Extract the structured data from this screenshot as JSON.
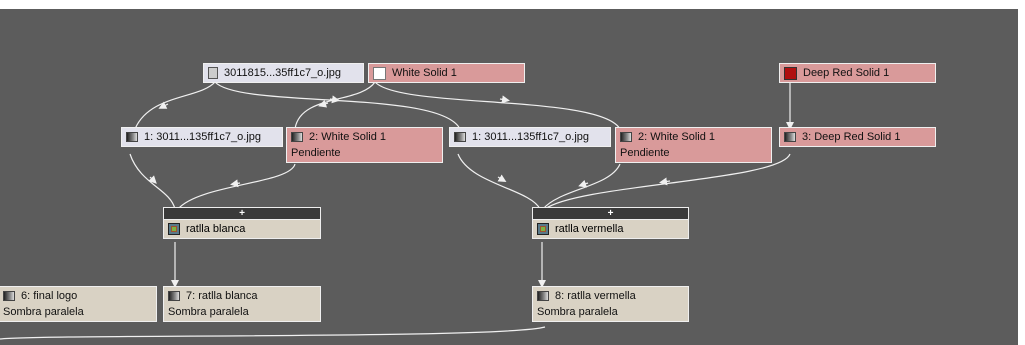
{
  "footage_nodes": [
    {
      "label": "3011815...35ff1c7_o.jpg",
      "icon": "footage-icon"
    },
    {
      "label": "White Solid 1",
      "icon": "white-swatch-icon"
    },
    {
      "label": "Deep Red Solid 1",
      "icon": "red-swatch-icon"
    }
  ],
  "layer_nodes": [
    {
      "label": "1: 3011...135ff1c7_o.jpg",
      "sub": ""
    },
    {
      "label": "2: White Solid 1",
      "sub": "Pendiente"
    },
    {
      "label": "1: 3011...135ff1c7_o.jpg",
      "sub": ""
    },
    {
      "label": "2: White Solid 1",
      "sub": "Pendiente"
    },
    {
      "label": "3: Deep Red Solid 1",
      "sub": ""
    }
  ],
  "comp_nodes": [
    {
      "plus": "+",
      "label": "ratlla blanca"
    },
    {
      "plus": "+",
      "label": "ratlla vermella"
    }
  ],
  "output_nodes": [
    {
      "label": "6: final logo",
      "sub": "Sombra paralela"
    },
    {
      "label": "7: ratlla blanca",
      "sub": "Sombra paralela"
    },
    {
      "label": "8: ratlla vermella",
      "sub": "Sombra paralela"
    }
  ],
  "colors": {
    "canvas": "#5c5c5c",
    "solid_node": "#d99a9a",
    "layer_node": "#d9d2c4",
    "deep_red": "#b01010"
  }
}
